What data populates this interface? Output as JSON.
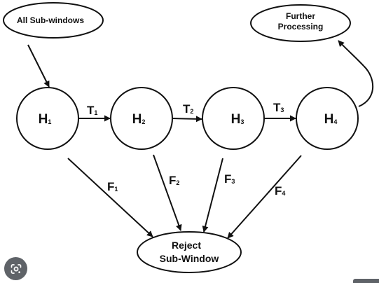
{
  "colors": {
    "stroke": "#111111",
    "background": "#ffffff",
    "overlay_button": "#5f6368",
    "overlay_icon": "#ffffff"
  },
  "nodes": {
    "start": {
      "text": "All Sub-windows"
    },
    "further": {
      "line1": "Further",
      "line2": "Processing"
    },
    "reject": {
      "line1": "Reject",
      "line2": "Sub-Window"
    },
    "h1": {
      "letter": "H",
      "sub": "1"
    },
    "h2": {
      "letter": "H",
      "sub": "2"
    },
    "h3": {
      "letter": "H",
      "sub": "3"
    },
    "h4": {
      "letter": "H",
      "sub": "4"
    }
  },
  "edges": {
    "t1": {
      "letter": "T",
      "sub": "1"
    },
    "t2": {
      "letter": "T",
      "sub": "2"
    },
    "t3": {
      "letter": "T",
      "sub": "3"
    },
    "f1": {
      "letter": "F",
      "sub": "1"
    },
    "f2": {
      "letter": "F",
      "sub": "2"
    },
    "f3": {
      "letter": "F",
      "sub": "3"
    },
    "f4": {
      "letter": "F",
      "sub": "4"
    }
  },
  "overlay": {
    "lens_icon": "camera-lens-icon"
  }
}
